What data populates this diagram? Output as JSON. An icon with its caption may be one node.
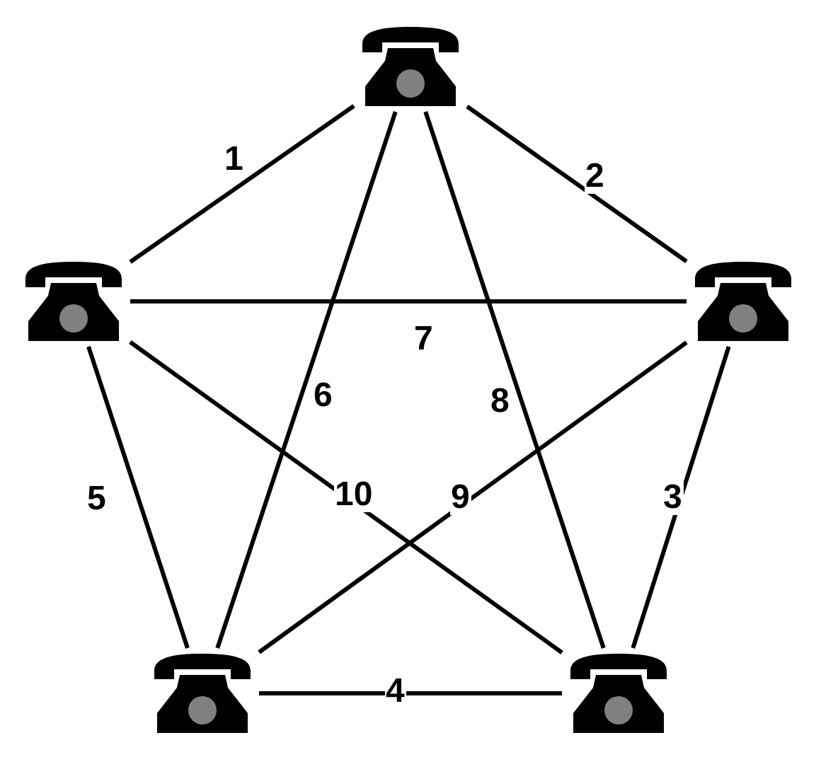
{
  "diagram": {
    "nodes": [
      {
        "text": [],
        "shape": "phone"
      },
      {
        "text": [],
        "shape": "phone"
      },
      {
        "text": [],
        "shape": "phone"
      },
      {
        "text": [],
        "shape": "phone"
      },
      {
        "text": [],
        "shape": "phone"
      }
    ],
    "edges": [
      {
        "from": 0,
        "to": 1,
        "arrow": "none",
        "label": "1"
      },
      {
        "from": 0,
        "to": 2,
        "arrow": "none",
        "label": "2"
      },
      {
        "from": 2,
        "to": 4,
        "arrow": "none",
        "label": "3"
      },
      {
        "from": 3,
        "to": 4,
        "arrow": "none",
        "label": "4"
      },
      {
        "from": 1,
        "to": 3,
        "arrow": "none",
        "label": "5"
      },
      {
        "from": 0,
        "to": 3,
        "arrow": "none",
        "label": "6"
      },
      {
        "from": 1,
        "to": 2,
        "arrow": "none",
        "label": "7"
      },
      {
        "from": 0,
        "to": 4,
        "arrow": "none",
        "label": "8"
      },
      {
        "from": 2,
        "to": 3,
        "arrow": "none",
        "label": "9"
      },
      {
        "from": 1,
        "to": 4,
        "arrow": "none",
        "label": "10"
      }
    ]
  }
}
